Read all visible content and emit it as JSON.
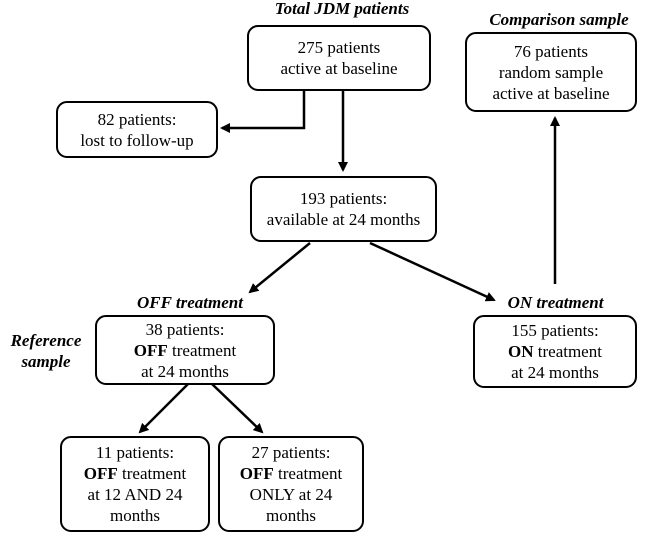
{
  "headings": {
    "total": "Total JDM patients",
    "comparison": "Comparison sample",
    "off_treatment": "OFF treatment",
    "on_treatment": "ON treatment",
    "reference_line1": "Reference",
    "reference_line2": "sample"
  },
  "nodes": {
    "total": {
      "line1": "275 patients",
      "line2": "active at baseline"
    },
    "comparison": {
      "line1": "76 patients",
      "line2": "random sample",
      "line3": "active at baseline"
    },
    "lost": {
      "line1": "82 patients:",
      "line2": "lost to follow-up"
    },
    "available": {
      "line1": "193 patients:",
      "line2": "available at 24 months"
    },
    "off": {
      "line1": "38 patients:",
      "line2_bold": "OFF",
      "line2_rest": " treatment",
      "line3": "at 24 months"
    },
    "on": {
      "line1": "155 patients:",
      "line2_bold": "ON",
      "line2_rest": " treatment",
      "line3": "at 24 months"
    },
    "off_12_24": {
      "line1": "11 patients:",
      "line2_bold": "OFF",
      "line2_rest": " treatment",
      "line3": "at 12 AND 24",
      "line4": "months"
    },
    "off_24_only": {
      "line1": "27 patients:",
      "line2_bold": "OFF",
      "line2_rest": " treatment",
      "line3": "ONLY at 24",
      "line4": "months"
    }
  },
  "colors": {
    "stroke": "#000000",
    "background": "#ffffff"
  }
}
